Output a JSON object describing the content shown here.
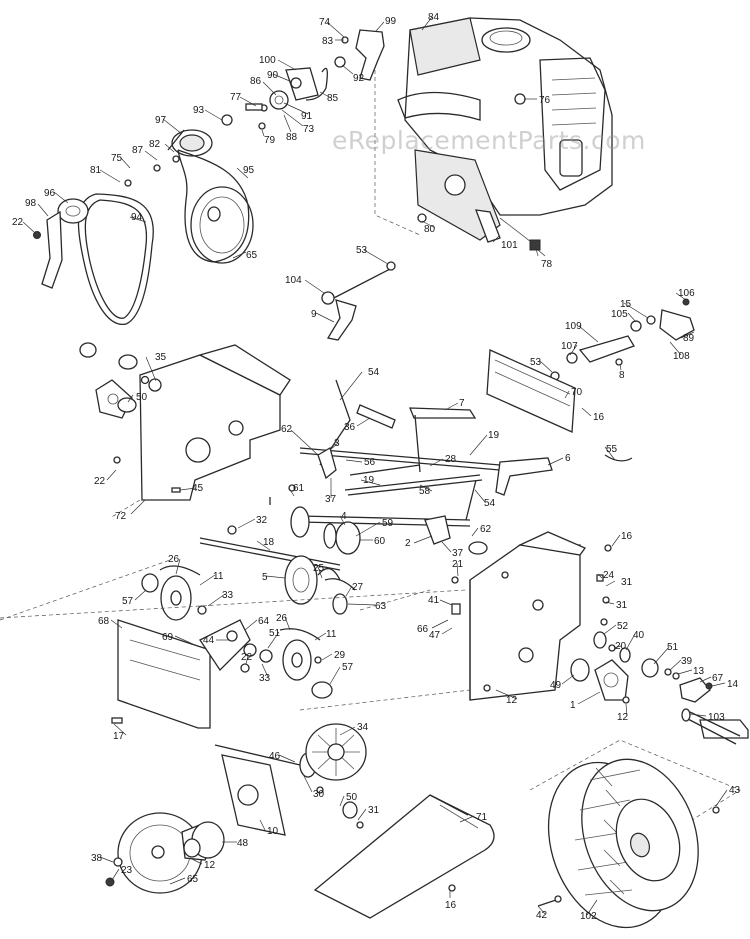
{
  "watermark": "eReplacementParts.com",
  "callouts": [
    {
      "id": "74"
    },
    {
      "id": "99"
    },
    {
      "id": "84"
    },
    {
      "id": "83"
    },
    {
      "id": "100"
    },
    {
      "id": "90"
    },
    {
      "id": "92"
    },
    {
      "id": "86"
    },
    {
      "id": "85"
    },
    {
      "id": "76"
    },
    {
      "id": "77"
    },
    {
      "id": "91"
    },
    {
      "id": "93"
    },
    {
      "id": "73"
    },
    {
      "id": "79"
    },
    {
      "id": "88"
    },
    {
      "id": "97"
    },
    {
      "id": "82"
    },
    {
      "id": "87"
    },
    {
      "id": "75"
    },
    {
      "id": "95"
    },
    {
      "id": "81"
    },
    {
      "id": "96"
    },
    {
      "id": "98"
    },
    {
      "id": "22"
    },
    {
      "id": "94"
    },
    {
      "id": "65"
    },
    {
      "id": "80"
    },
    {
      "id": "101"
    },
    {
      "id": "78"
    },
    {
      "id": "53"
    },
    {
      "id": "104"
    },
    {
      "id": "9"
    },
    {
      "id": "106"
    },
    {
      "id": "15"
    },
    {
      "id": "105"
    },
    {
      "id": "109"
    },
    {
      "id": "89"
    },
    {
      "id": "107"
    },
    {
      "id": "108"
    },
    {
      "id": "53"
    },
    {
      "id": "8"
    },
    {
      "id": "35"
    },
    {
      "id": "50"
    },
    {
      "id": "70"
    },
    {
      "id": "54"
    },
    {
      "id": "16"
    },
    {
      "id": "7"
    },
    {
      "id": "36"
    },
    {
      "id": "62"
    },
    {
      "id": "3"
    },
    {
      "id": "19"
    },
    {
      "id": "55"
    },
    {
      "id": "56"
    },
    {
      "id": "28"
    },
    {
      "id": "6"
    },
    {
      "id": "22"
    },
    {
      "id": "19"
    },
    {
      "id": "58"
    },
    {
      "id": "45"
    },
    {
      "id": "37"
    },
    {
      "id": "54"
    },
    {
      "id": "72"
    },
    {
      "id": "61"
    },
    {
      "id": "4"
    },
    {
      "id": "59"
    },
    {
      "id": "32"
    },
    {
      "id": "60"
    },
    {
      "id": "62"
    },
    {
      "id": "2"
    },
    {
      "id": "37"
    },
    {
      "id": "18"
    },
    {
      "id": "16"
    },
    {
      "id": "26"
    },
    {
      "id": "11"
    },
    {
      "id": "5"
    },
    {
      "id": "25"
    },
    {
      "id": "21"
    },
    {
      "id": "24"
    },
    {
      "id": "57"
    },
    {
      "id": "33"
    },
    {
      "id": "27"
    },
    {
      "id": "31"
    },
    {
      "id": "63"
    },
    {
      "id": "41"
    },
    {
      "id": "31"
    },
    {
      "id": "68"
    },
    {
      "id": "69"
    },
    {
      "id": "44"
    },
    {
      "id": "64"
    },
    {
      "id": "26"
    },
    {
      "id": "11"
    },
    {
      "id": "66"
    },
    {
      "id": "47"
    },
    {
      "id": "52"
    },
    {
      "id": "51"
    },
    {
      "id": "40"
    },
    {
      "id": "20"
    },
    {
      "id": "22"
    },
    {
      "id": "33"
    },
    {
      "id": "29"
    },
    {
      "id": "51"
    },
    {
      "id": "39"
    },
    {
      "id": "57"
    },
    {
      "id": "13"
    },
    {
      "id": "67"
    },
    {
      "id": "49"
    },
    {
      "id": "14"
    },
    {
      "id": "12"
    },
    {
      "id": "1"
    },
    {
      "id": "12"
    },
    {
      "id": "17"
    },
    {
      "id": "103"
    },
    {
      "id": "34"
    },
    {
      "id": "46"
    },
    {
      "id": "30"
    },
    {
      "id": "43"
    },
    {
      "id": "50"
    },
    {
      "id": "31"
    },
    {
      "id": "71"
    },
    {
      "id": "10"
    },
    {
      "id": "48"
    },
    {
      "id": "38"
    },
    {
      "id": "12"
    },
    {
      "id": "23"
    },
    {
      "id": "65"
    },
    {
      "id": "16"
    },
    {
      "id": "42"
    },
    {
      "id": "102"
    }
  ]
}
